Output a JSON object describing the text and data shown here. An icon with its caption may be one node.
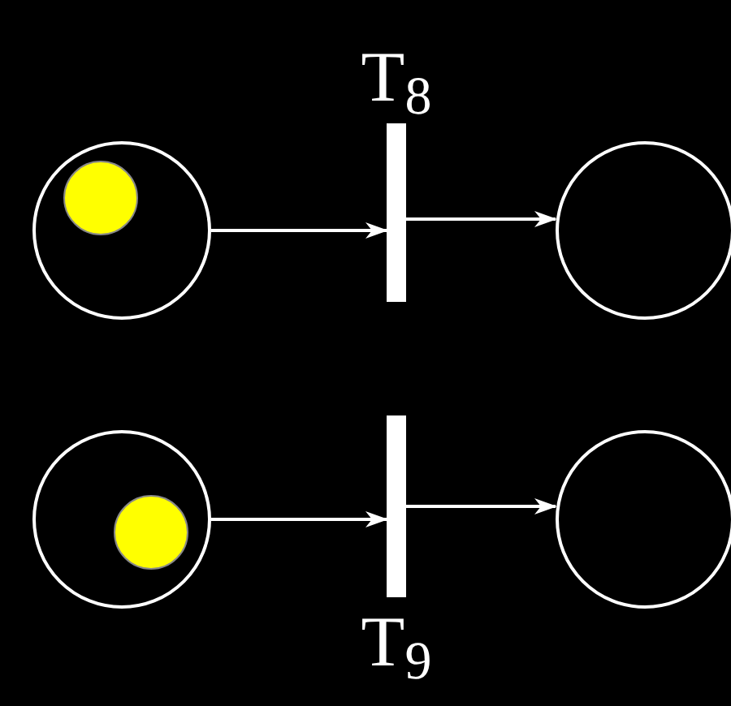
{
  "diagram": {
    "nodes": [
      {
        "text": [],
        "shape": "circle"
      },
      {
        "text": [],
        "shape": "circle",
        "in": 0
      },
      {
        "text": [
          "T$_{8}$"
        ]
      },
      {
        "text": [],
        "shape": "circle"
      },
      {
        "text": [],
        "shape": "circle"
      },
      {
        "text": [],
        "shape": "circle",
        "in": 4
      },
      {
        "text": [
          "T$_{9}$"
        ]
      },
      {
        "text": [],
        "shape": "circle"
      }
    ],
    "edges": [
      {
        "from": 0,
        "to": 2,
        "arrow": "to"
      },
      {
        "from": 2,
        "to": 3,
        "arrow": "to"
      },
      {
        "from": 4,
        "to": 6,
        "arrow": "to"
      },
      {
        "from": 6,
        "to": 7,
        "arrow": "to"
      }
    ]
  }
}
